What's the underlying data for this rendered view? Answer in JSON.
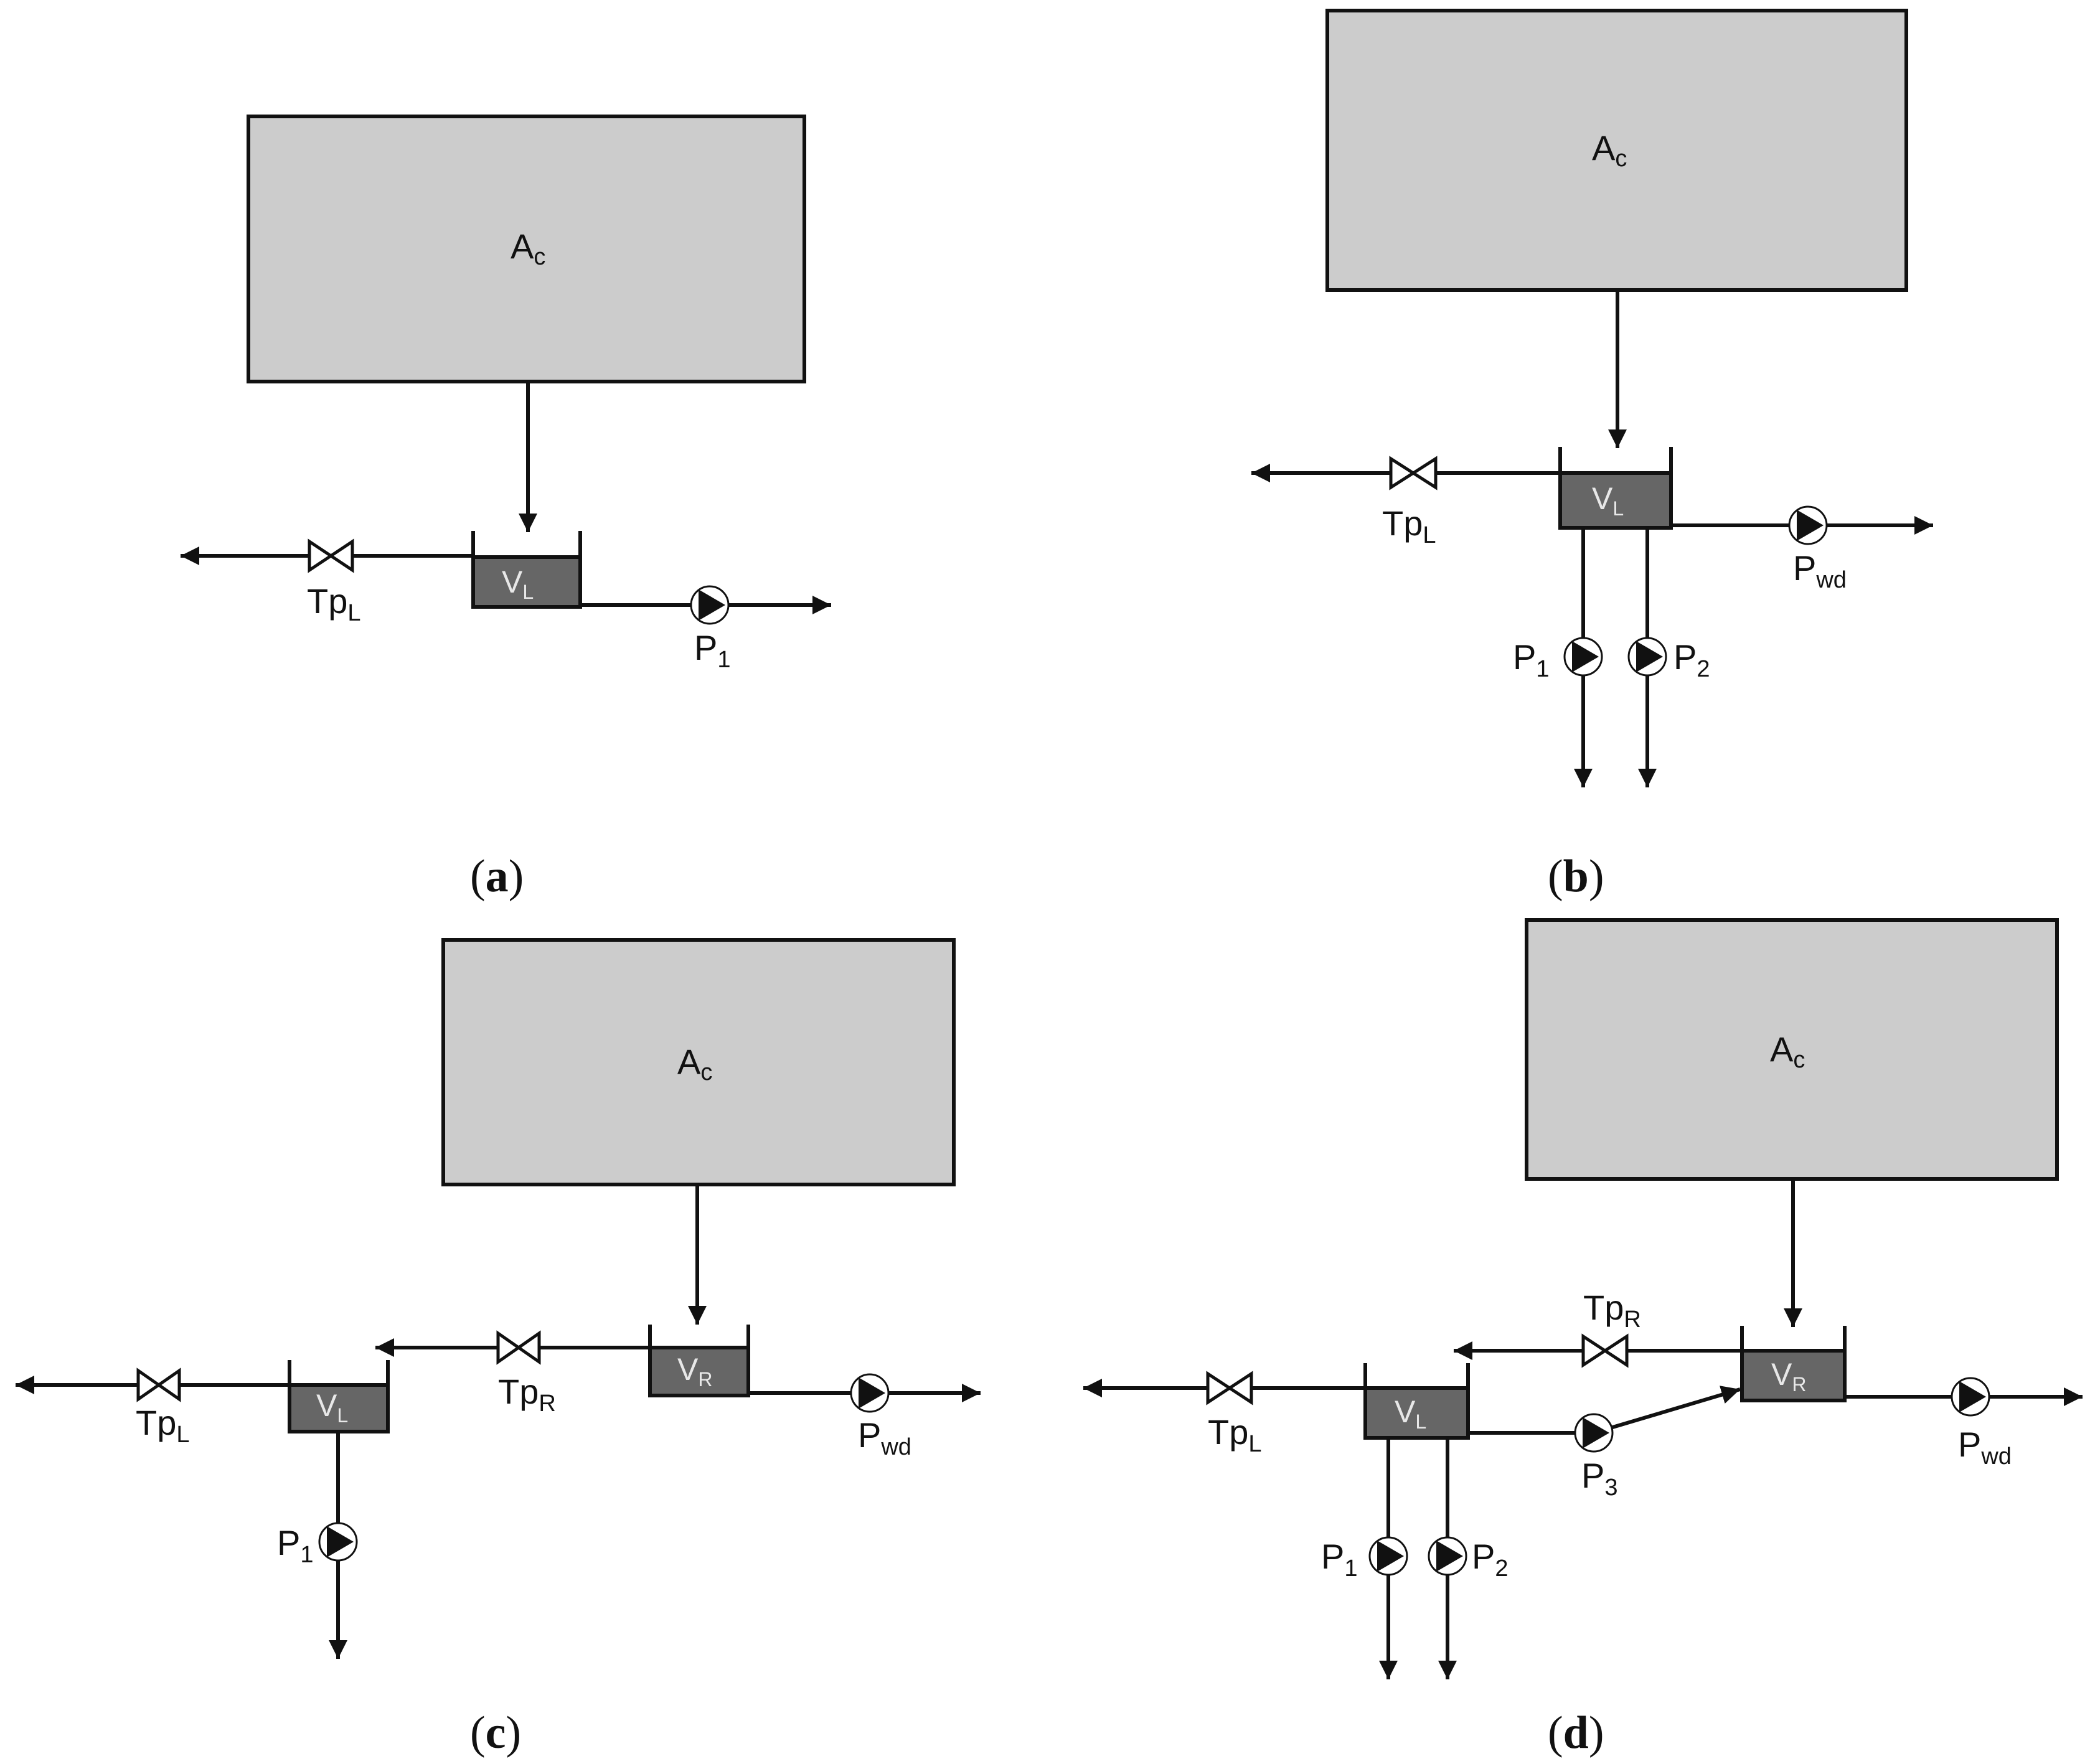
{
  "panels": {
    "a": {
      "caption": "a",
      "catchment": {
        "main": "A",
        "sub": "c"
      },
      "tank_left": {
        "main": "V",
        "sub": "L"
      },
      "valve_left": {
        "main": "Tp",
        "sub": "L"
      },
      "pump1": {
        "main": "P",
        "sub": "1"
      }
    },
    "b": {
      "caption": "b",
      "catchment": {
        "main": "A",
        "sub": "c"
      },
      "tank_left": {
        "main": "V",
        "sub": "L"
      },
      "valve_left": {
        "main": "Tp",
        "sub": "L"
      },
      "pump_wd": {
        "main": "P",
        "sub": "wd"
      },
      "pump1": {
        "main": "P",
        "sub": "1"
      },
      "pump2": {
        "main": "P",
        "sub": "2"
      }
    },
    "c": {
      "caption": "c",
      "catchment": {
        "main": "A",
        "sub": "c"
      },
      "tank_left": {
        "main": "V",
        "sub": "L"
      },
      "tank_right": {
        "main": "V",
        "sub": "R"
      },
      "valve_left": {
        "main": "Tp",
        "sub": "L"
      },
      "valve_right": {
        "main": "Tp",
        "sub": "R"
      },
      "pump_wd": {
        "main": "P",
        "sub": "wd"
      },
      "pump1": {
        "main": "P",
        "sub": "1"
      }
    },
    "d": {
      "caption": "d",
      "catchment": {
        "main": "A",
        "sub": "c"
      },
      "tank_left": {
        "main": "V",
        "sub": "L"
      },
      "tank_right": {
        "main": "V",
        "sub": "R"
      },
      "valve_left": {
        "main": "Tp",
        "sub": "L"
      },
      "valve_right": {
        "main": "Tp",
        "sub": "R"
      },
      "pump_wd": {
        "main": "P",
        "sub": "wd"
      },
      "pump1": {
        "main": "P",
        "sub": "1"
      },
      "pump2": {
        "main": "P",
        "sub": "2"
      },
      "pump3": {
        "main": "P",
        "sub": "3"
      }
    }
  },
  "colors": {
    "catchment_fill": "#cccccc",
    "tank_fill": "#666666",
    "line": "#111111"
  }
}
